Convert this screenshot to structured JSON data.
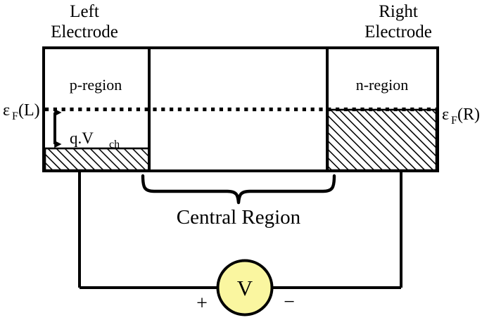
{
  "figure": {
    "title": "Two-probe p-n junction device under bias",
    "background_color": "#ffffff",
    "line_color": "#000000",
    "source_fill_color": "#faf6a0"
  },
  "labels": {
    "left_electrode_line1": "Left",
    "left_electrode_line2": "Electrode",
    "right_electrode_line1": "Right",
    "right_electrode_line2": "Electrode",
    "p_region": "p-region",
    "n_region": "n-region",
    "fermi_left_base": "ε",
    "fermi_left_sub": "F",
    "fermi_left_tail": "(L)",
    "fermi_right_base": "ε",
    "fermi_right_sub": "F",
    "fermi_right_tail": "(R)",
    "potential_drop_base": "q.V",
    "potential_drop_sub": "ch",
    "central_region": "Central Region",
    "voltage_source": "V",
    "plus_sign": "+",
    "minus_sign": "−"
  }
}
